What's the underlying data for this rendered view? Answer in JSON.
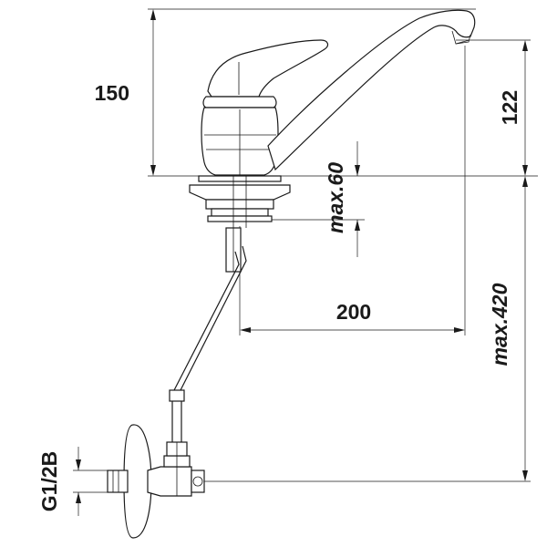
{
  "dimensions": {
    "height_total": "150",
    "spout_height": "122",
    "mount_thickness": "max.60",
    "spout_reach": "200",
    "hose_length": "max.420",
    "thread": "G1/2B"
  }
}
